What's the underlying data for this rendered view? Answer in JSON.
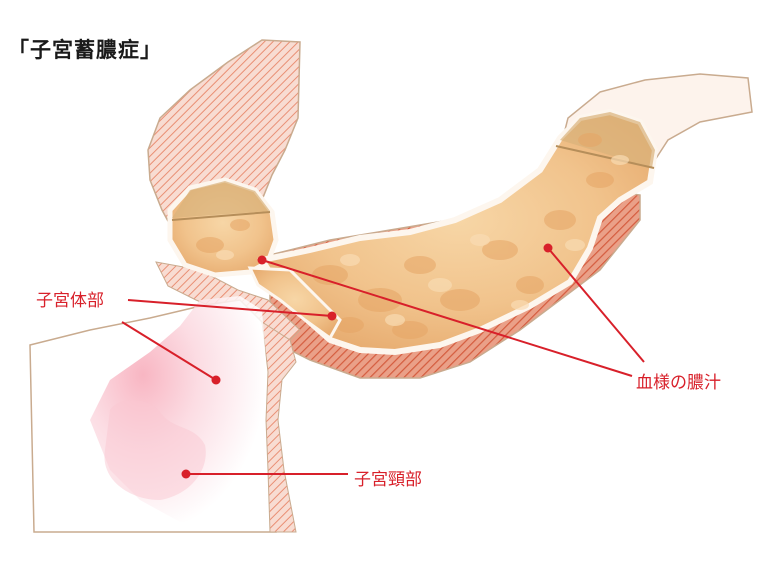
{
  "title": "「子宮蓄膿症」",
  "labels": {
    "uterine_body": "子宮体部",
    "bloody_pus": "血様の膿汁",
    "cervix": "子宮頸部"
  },
  "colors": {
    "label_red": "#d8202a",
    "pus_fill": "#f2c48a",
    "wall_pink": "#f6d6cf",
    "wall_stripe": "#e27a5e",
    "outline": "#c4a88a"
  }
}
